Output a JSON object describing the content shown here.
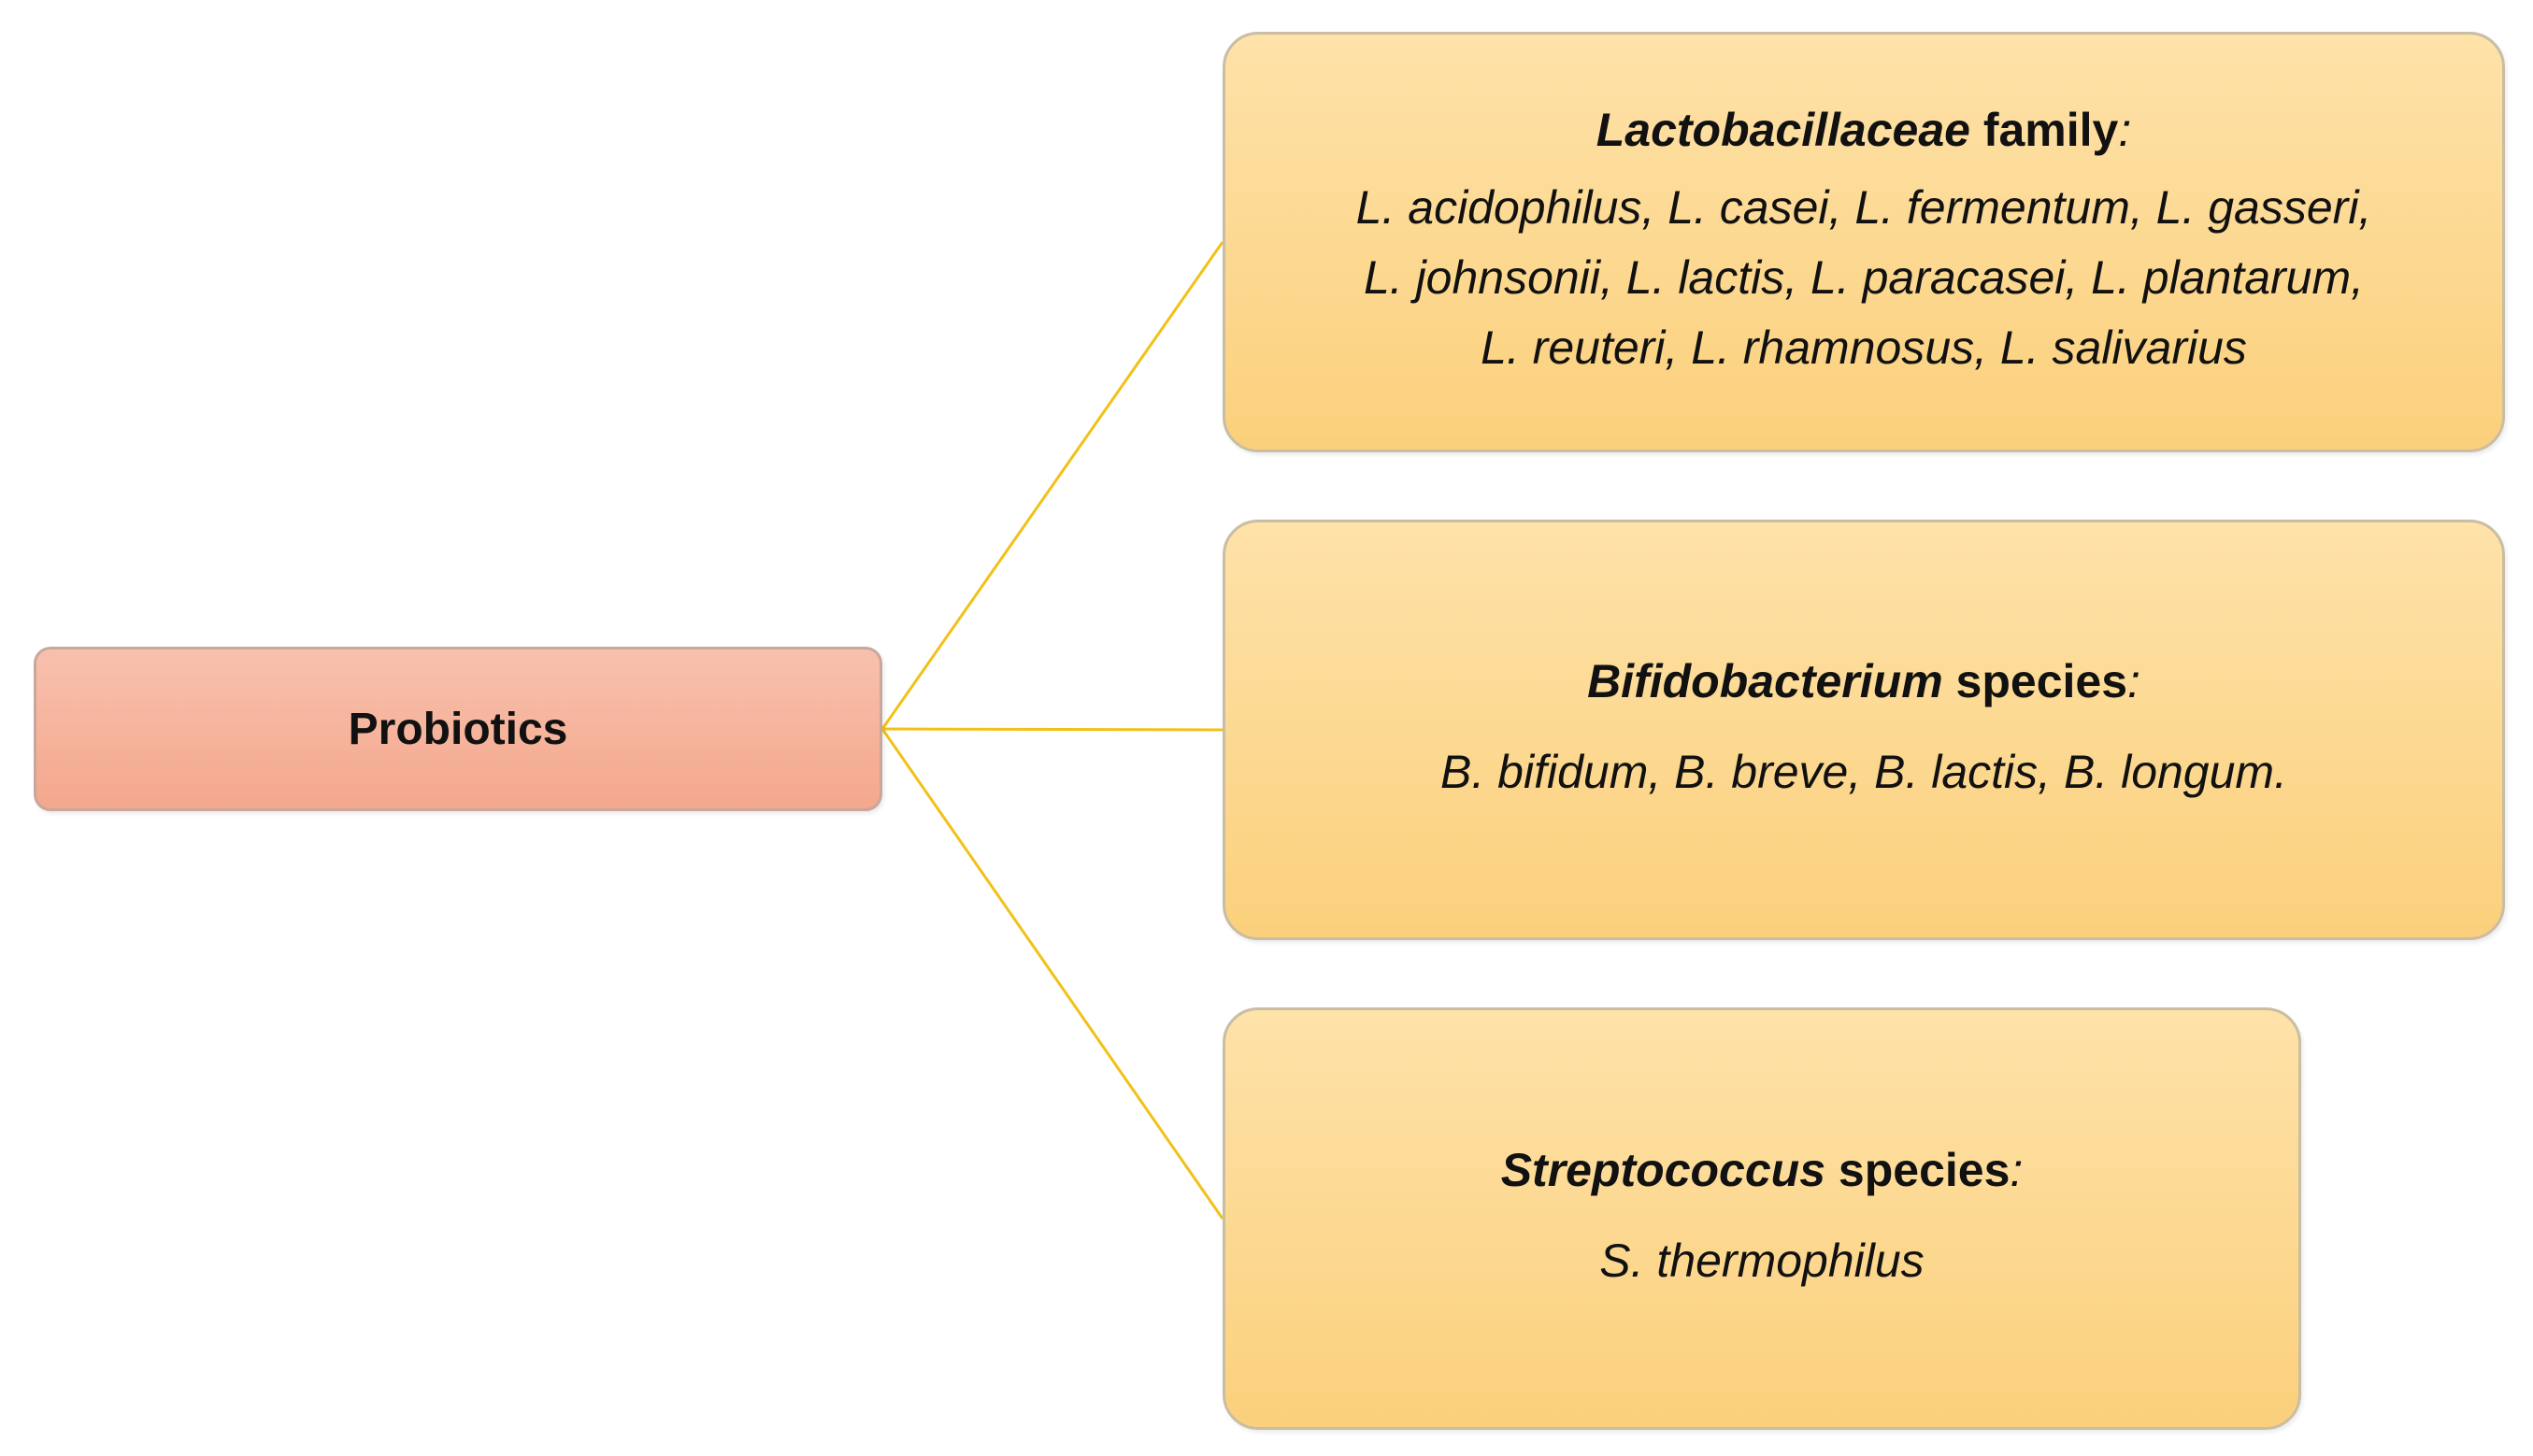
{
  "root": {
    "label": "Probiotics"
  },
  "groups": [
    {
      "genus": "Lactobacillaceae",
      "suffix": " family",
      "colon": ":",
      "member_lines": [
        "L. acidophilus, L. casei, L. fermentum, L. gasseri,",
        "L. johnsonii, L. lactis, L. paracasei, L. plantarum,",
        "L. reuteri, L. rhamnosus, L. salivarius"
      ]
    },
    {
      "genus": "Bifidobacterium",
      "suffix": " species",
      "colon": ":",
      "member_lines": [
        "B. bifidum, B. breve, B. lactis, B. longum."
      ]
    },
    {
      "genus": "Streptococcus",
      "suffix": " species",
      "colon": ":",
      "member_lines": [
        "S. thermophilus"
      ]
    }
  ],
  "colors": {
    "root_fill": "#f6b39c",
    "leaf_fill": "#fdd994",
    "connector": "#f2c118"
  }
}
